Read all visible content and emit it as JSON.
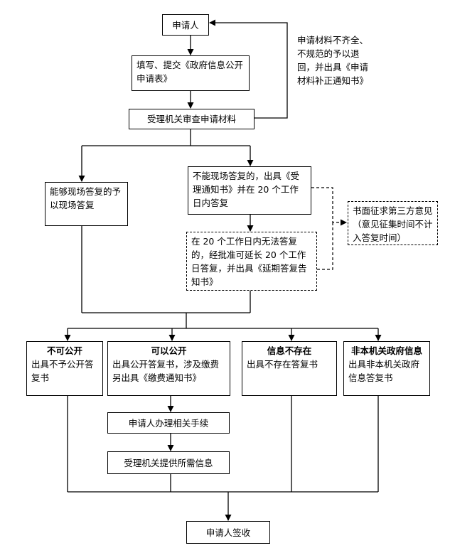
{
  "nodes": {
    "applicant": "申请人",
    "fill_submit": "填写、提交《政府信息公开申请表》",
    "review": "受理机关审查申请材料",
    "immediate": "能够现场答复的予以现场答复",
    "not_immediate": "不能现场答复的，出具《受理通知书》并在 20 个工作日内答复",
    "third_party": "书面征求第三方意见（意见征集时间不计入答复时间）",
    "extension": "在 20 个工作日内无法答复的，经批准可延长 20 个工作日答复，并出具《延期答复告知书》",
    "no_disclose_title": "不可公开",
    "no_disclose_body": "出具不予公开答复书",
    "disclose_title": "可以公开",
    "disclose_body": "出具公开答复书，涉及缴费另出具《缴费通知书》",
    "not_exist_title": "信息不存在",
    "not_exist_body": "出具不存在答复书",
    "not_own_title": "非本机关政府信息",
    "not_own_body": "出具非本机关政府信息答复书",
    "procedures": "申请人办理相关手续",
    "provide": "受理机关提供所需信息",
    "sign": "申请人签收"
  },
  "notes": {
    "return_note": "申请材料不齐全、不规范的予以退回，并出具《申请材料补正通知书》"
  }
}
